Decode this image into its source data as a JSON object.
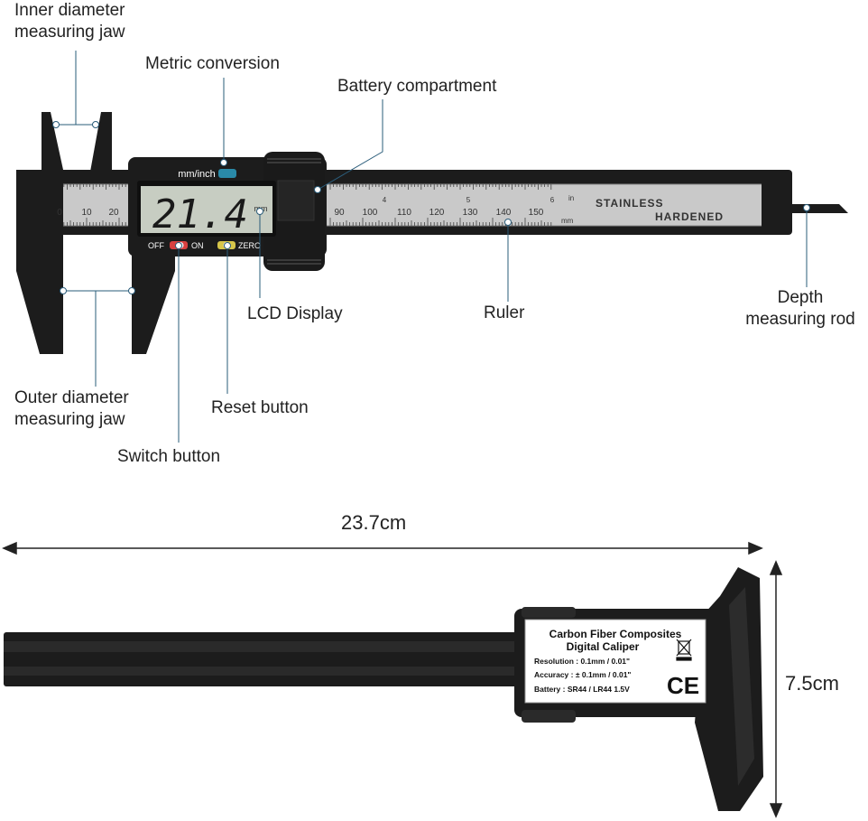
{
  "callouts": {
    "inner_jaw_line1": "Inner diameter",
    "inner_jaw_line2": "measuring jaw",
    "metric_conversion": "Metric conversion",
    "battery_compartment": "Battery compartment",
    "lcd_display": "LCD Display",
    "ruler": "Ruler",
    "depth_rod_line1": "Depth",
    "depth_rod_line2": "measuring rod",
    "outer_jaw_line1": "Outer diameter",
    "outer_jaw_line2": "measuring jaw",
    "reset_button": "Reset button",
    "switch_button": "Switch button"
  },
  "device": {
    "mode_label": "mm/inch",
    "lcd_value": "21.4",
    "lcd_unit": "mm",
    "off_label": "OFF",
    "on_label": "ON",
    "zero_label": "ZERO",
    "inch_unit": "in",
    "mm_unit": "mm",
    "stainless": "STAINLESS",
    "hardened": "HARDENED",
    "scale_left": [
      "0",
      "10",
      "20"
    ],
    "scale_right": [
      "90",
      "100",
      "110",
      "120",
      "130",
      "140",
      "150"
    ],
    "inch_marks": [
      "4",
      "5",
      "6"
    ]
  },
  "dimensions": {
    "length": "23.7cm",
    "height": "7.5cm"
  },
  "spec_label": {
    "title_line1": "Carbon Fiber Composites",
    "title_line2": "Digital Caliper",
    "resolution": "Resolution : 0.1mm / 0.01\"",
    "accuracy": "Accuracy : ± 0.1mm / 0.01\"",
    "battery": "Battery : SR44 / LR44 1.5V",
    "ce_mark": "CE"
  },
  "colors": {
    "body": "#1c1c1c",
    "ruler": "#c9c9c9",
    "lcd": "#c7cdc2",
    "mode_button": "#2a8aa8",
    "on_switch": "#d84040",
    "zero_button": "#d7c64a"
  }
}
